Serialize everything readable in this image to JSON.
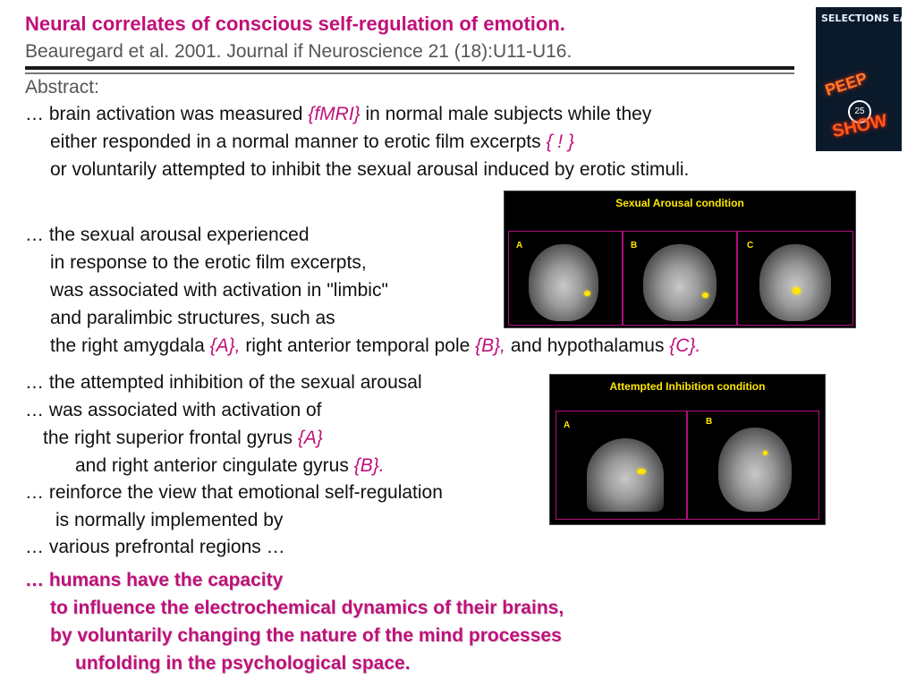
{
  "header": {
    "title": "Neural correlates of conscious self-regulation of emotion.",
    "citation": "Beauregard et al. 2001. Journal if Neuroscience 21 (18):U11-U16."
  },
  "abstract": {
    "label": "Abstract:",
    "p1_l1a": "… brain activation was measured ",
    "p1_l1b": "{fMRI}",
    "p1_l1c": " in normal male subjects while they",
    "p1_l2a": "either responded in a normal manner to erotic film excerpts ",
    "p1_l2b": "{ ! }",
    "p1_l3": "or voluntarily attempted to inhibit the sexual arousal induced by erotic stimuli.",
    "p2_l1": "… the sexual arousal experienced",
    "p2_l2": "in response to the erotic film excerpts,",
    "p2_l3": "was associated with activation in \"limbic\"",
    "p2_l4": "and paralimbic structures, such as",
    "p2_l5a": "the right amygdala ",
    "p2_l5b": "{A},",
    "p2_l5c": " right anterior temporal pole ",
    "p2_l5d": "{B},",
    "p2_l5e": " and hypothalamus ",
    "p2_l5f": "{C}.",
    "p3_l1": "… the attempted inhibition of the sexual arousal",
    "p3_l2": "… was associated with activation of",
    "p3_l3a": "the right superior frontal gyrus ",
    "p3_l3b": "{A}",
    "p3_l4a": "and right anterior cingulate gyrus ",
    "p3_l4b": "{B}.",
    "p3_l5": "… reinforce the view that emotional self-regulation",
    "p3_l6": "is normally implemented by",
    "p3_l7": "… various prefrontal regions …",
    "c_l1": "… humans have the capacity",
    "c_l2": "to influence the electrochemical dynamics of their brains,",
    "c_l3": "by voluntarily changing the nature of the mind processes",
    "c_l4": "unfolding in the psychological space."
  },
  "poster": {
    "sign": "SELECTIONS EACH BOOTH",
    "neon_top": "PEEP",
    "badge": "25",
    "neon_bottom": "SHOW"
  },
  "figure1": {
    "title": "Sexual Arousal condition",
    "labels": [
      "A",
      "B",
      "C"
    ]
  },
  "figure2": {
    "title": "Attempted Inhibition condition",
    "labels": [
      "A",
      "B"
    ]
  },
  "colors": {
    "accent": "#c0107a",
    "panel_text": "#ffe600",
    "panel_frame": "#b0107a"
  }
}
